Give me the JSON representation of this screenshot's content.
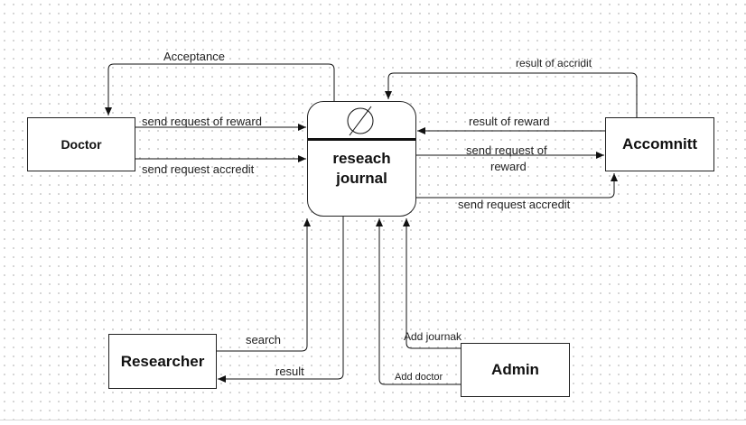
{
  "diagram": {
    "entities": {
      "doctor": "Doctor",
      "accomnitt": "Accomnitt",
      "researcher": "Researcher",
      "admin": "Admin"
    },
    "process": {
      "name": "reseach\njournal",
      "icon": "no-symbol-icon"
    },
    "flows": {
      "acceptance": "Acceptance",
      "doctor_reward": "send request of reward",
      "doctor_accredit": "send request accredit",
      "result_of_accridit": "result of accridit",
      "result_of_reward": "result of reward",
      "send_reward_line1": "send request of",
      "send_reward_line2": "reward",
      "send_accredit": "send request accredit",
      "search": "search",
      "result": "result",
      "add_journak": "Add journak",
      "add_doctor": "Add doctor"
    }
  }
}
